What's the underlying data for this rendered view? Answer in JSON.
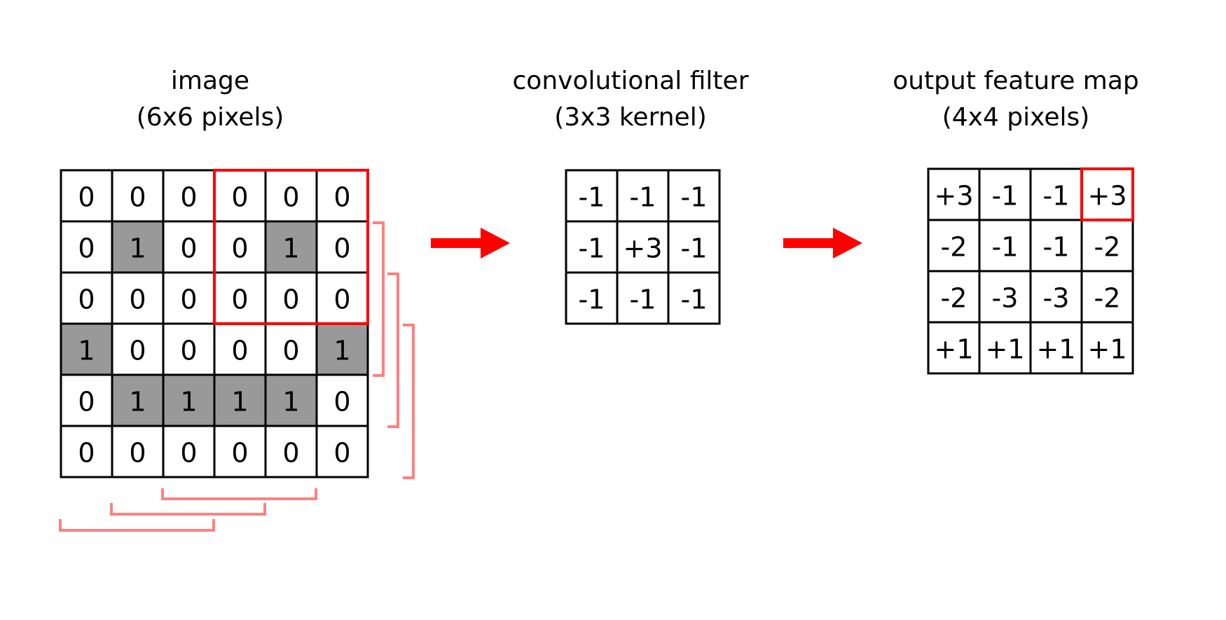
{
  "panels": {
    "image": {
      "title_line1": "image",
      "title_line2": "(6x6 pixels)",
      "grid": [
        [
          "0",
          "0",
          "0",
          "0",
          "0",
          "0"
        ],
        [
          "0",
          "1",
          "0",
          "0",
          "1",
          "0"
        ],
        [
          "0",
          "0",
          "0",
          "0",
          "0",
          "0"
        ],
        [
          "1",
          "0",
          "0",
          "0",
          "0",
          "1"
        ],
        [
          "0",
          "1",
          "1",
          "1",
          "1",
          "0"
        ],
        [
          "0",
          "0",
          "0",
          "0",
          "0",
          "0"
        ]
      ]
    },
    "filter": {
      "title_line1": "convolutional filter",
      "title_line2": "(3x3 kernel)",
      "grid": [
        [
          "-1",
          "-1",
          "-1"
        ],
        [
          "-1",
          "+3",
          "-1"
        ],
        [
          "-1",
          "-1",
          "-1"
        ]
      ]
    },
    "output": {
      "title_line1": "output feature map",
      "title_line2": "(4x4 pixels)",
      "grid": [
        [
          "+3",
          "-1",
          "-1",
          "+3"
        ],
        [
          "-2",
          "-1",
          "-1",
          "-2"
        ],
        [
          "-2",
          "-3",
          "-3",
          "-2"
        ],
        [
          "+1",
          "+1",
          "+1",
          "+1"
        ]
      ]
    }
  },
  "colors": {
    "highlight": "#ff0000",
    "stride_bracket": "#ff8080",
    "active_pixel": "#999999",
    "arrow": "#ff0000",
    "grid_line": "#000000"
  }
}
